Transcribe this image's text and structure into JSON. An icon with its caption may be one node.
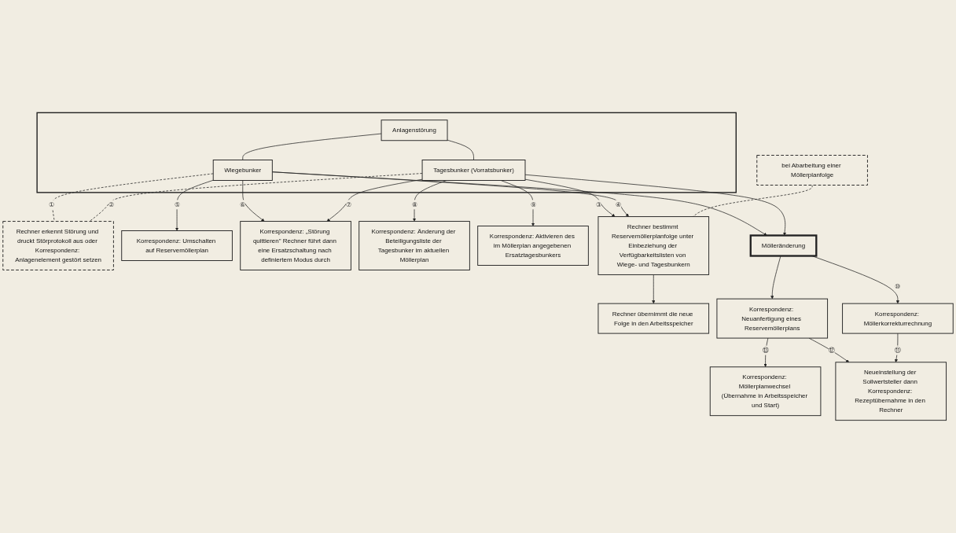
{
  "diagram": {
    "nodes": [
      {
        "text": [],
        "shape": "box"
      },
      {
        "text": [
          "Anlagenstörung"
        ],
        "in": 0
      },
      {
        "text": [
          "Wiegebunker"
        ],
        "in": 0
      },
      {
        "text": [
          "Tagesbunker (Vorratsbunker)"
        ],
        "in": 0
      },
      {
        "text": [
          "bei Abarbeitung einer Möllerplanfolge"
        ]
      },
      {
        "text": [
          "Rechner erkennt Störung und druckt Störprotokoll aus oder Korrespondenz: Anlagenelement gestört setzen"
        ]
      },
      {
        "text": [
          "Korrespondenz: Umschalten auf Reservemöllerplan"
        ]
      },
      {
        "text": [
          "Korrespondenz: „Störung quittieren\" Rechner führt dann eine Ersatzschaltung nach definiertem Modus durch"
        ]
      },
      {
        "text": [
          "Korrespondenz: Änderung der Beteiligungsliste der Tagesbunker im aktuellen Möllerplan"
        ]
      },
      {
        "text": [
          "Korrespondenz: Aktivieren des im Möllerplan angegebenen Ersatztagesbunkers"
        ]
      },
      {
        "text": [
          "Rechner bestimmt Reservemöllerplanfolge unter Einbeziehung der Verfügbarkeitslisten von Wiege- und Tagesbunkern"
        ]
      },
      {
        "text": [
          "Rechner übernimmt die neue Folge in den Arbeitsspeicher"
        ]
      },
      {
        "text": [
          "Korrespondenz: Möllerplanwechsel (Übernahme in Arbeitsspeicher und Start)"
        ]
      },
      {
        "text": [
          "Korrespondenz: Neuanfertigung eines Reservemöllerplans"
        ]
      },
      {
        "text": [
          "Mölleränderung"
        ]
      },
      {
        "text": [
          "Neueinstellung der Sollwertsteller dann Korrespondenz: Rezeptübernahme in den Rechner"
        ]
      },
      {
        "text": [
          "Korrespondenz: Möllerkorrekturrechnung"
        ]
      }
    ],
    "edges": [
      {
        "from": 1,
        "to": 2,
        "arrow": "none"
      },
      {
        "from": 1,
        "to": 3,
        "arrow": "none"
      },
      {
        "from": 2,
        "to": 5,
        "arrow": "none",
        "style": "dashed",
        "label": "①"
      },
      {
        "from": 3,
        "to": 5,
        "arrow": "none",
        "style": "dashed",
        "label": "②"
      },
      {
        "from": 2,
        "to": 6,
        "arrow": "to",
        "label": "⑤"
      },
      {
        "from": 2,
        "to": 7,
        "arrow": "to",
        "label": "⑥"
      },
      {
        "from": 3,
        "to": 7,
        "arrow": "to",
        "label": "⑦"
      },
      {
        "from": 3,
        "to": 8,
        "arrow": "to",
        "label": "⑧"
      },
      {
        "from": 3,
        "to": 9,
        "arrow": "to",
        "label": "⑨"
      },
      {
        "from": 3,
        "to": 10,
        "arrow": "to",
        "label": "③"
      },
      {
        "from": 2,
        "to": 10,
        "arrow": "to",
        "label": "④"
      },
      {
        "from": 4,
        "to": 10,
        "arrow": "none",
        "style": "dashed"
      },
      {
        "from": 2,
        "to": 14,
        "arrow": "to"
      },
      {
        "from": 3,
        "to": 14,
        "arrow": "to"
      },
      {
        "from": 10,
        "to": 11,
        "arrow": "to"
      },
      {
        "from": 14,
        "to": 13,
        "arrow": "to"
      },
      {
        "from": 13,
        "to": 12,
        "arrow": "to",
        "label": "⑬"
      },
      {
        "from": 13,
        "to": 15,
        "arrow": "to",
        "label": "⑫"
      },
      {
        "from": 14,
        "to": 16,
        "arrow": "to",
        "label": "⑩"
      },
      {
        "from": 16,
        "to": 15,
        "arrow": "to",
        "label": "⑪"
      }
    ]
  }
}
